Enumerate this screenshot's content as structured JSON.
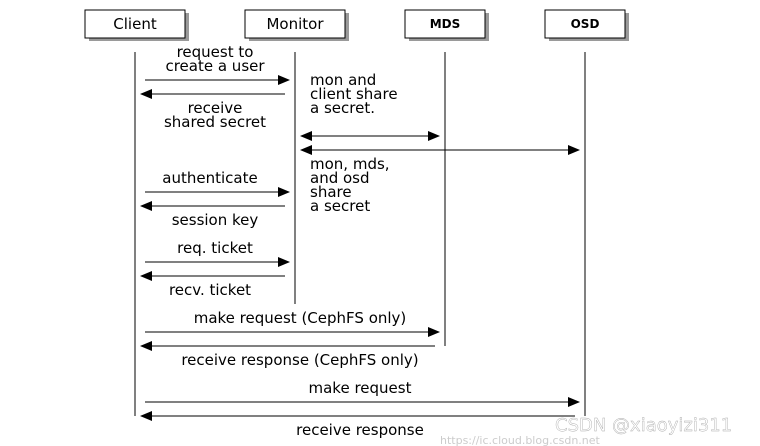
{
  "participants": [
    {
      "id": "client",
      "label": "Client"
    },
    {
      "id": "monitor",
      "label": "Monitor"
    },
    {
      "id": "mds",
      "label": "MDS"
    },
    {
      "id": "osd",
      "label": "OSD"
    }
  ],
  "messages": [
    {
      "id": "request-create-user",
      "lines": [
        "request to",
        "create a user"
      ]
    },
    {
      "id": "receive-shared-secret",
      "lines": [
        "receive",
        "shared secret"
      ]
    },
    {
      "id": "mon-client-share",
      "lines": [
        "mon and",
        "client share",
        "a secret."
      ]
    },
    {
      "id": "mon-mds-osd-share",
      "lines": [
        "mon, mds,",
        "and osd",
        "share",
        "a secret"
      ]
    },
    {
      "id": "authenticate",
      "lines": [
        "authenticate"
      ]
    },
    {
      "id": "session-key",
      "lines": [
        "session key"
      ]
    },
    {
      "id": "req-ticket",
      "lines": [
        "req. ticket"
      ]
    },
    {
      "id": "recv-ticket",
      "lines": [
        "recv. ticket"
      ]
    },
    {
      "id": "make-request-cephfs",
      "lines": [
        "make request (CephFS only)"
      ]
    },
    {
      "id": "receive-response-cephfs",
      "lines": [
        "receive response (CephFS only)"
      ]
    },
    {
      "id": "make-request",
      "lines": [
        "make request"
      ]
    },
    {
      "id": "receive-response",
      "lines": [
        "receive response"
      ]
    }
  ],
  "watermark": {
    "text": "CSDN @xiaoyizi311",
    "url": "https://ic.cloud.blog.csdn.net"
  }
}
